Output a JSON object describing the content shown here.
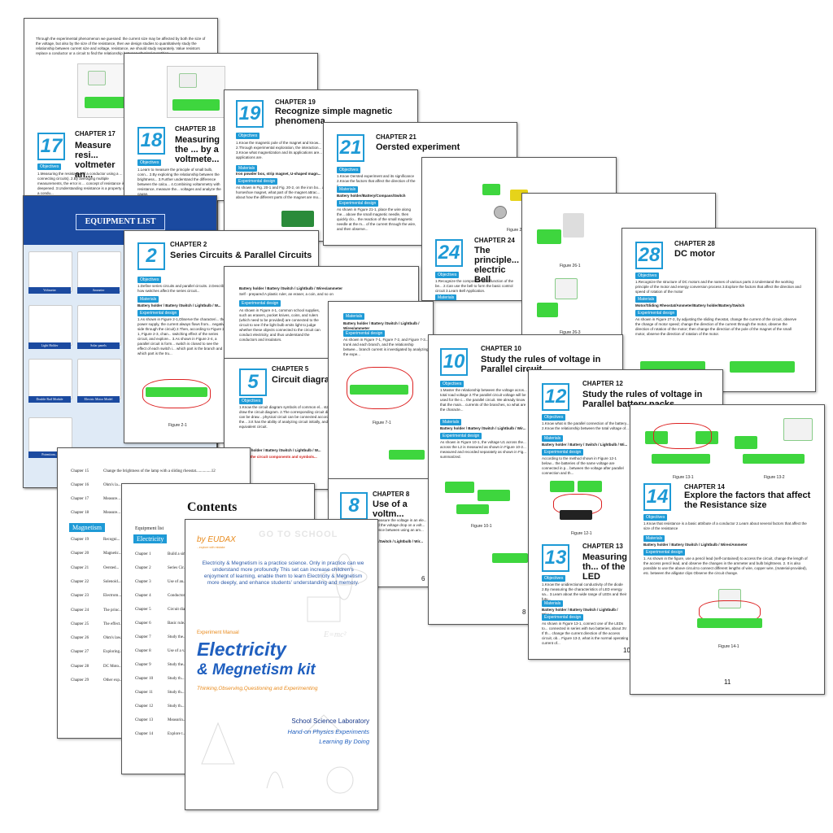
{
  "p17_intro": "Through the experimental phenomenon we guessed: the current size may be affected by both the size of the voltage, but also by the size of the resistance, then we design studies to quantitatively study the relationship between current size and voltage, resistance, we should study separately. Value resistors replace a conductor or a circuit to find the relationship between physical quantities.",
  "p17": {
    "chapter": "CHAPTER 17",
    "num": "17",
    "title": "Measure resi... voltmeter an...",
    "obj": "Objectives",
    "text": "1.Measuring the resistance of a conductor using a ... connecting circuits). 2.By averaging multiple measurements, the error is ... concept of resistance is deepened. 3.Understanding resistance is a property of a condu..."
  },
  "p18": {
    "chapter": "CHAPTER 18",
    "num": "18",
    "title": "Measuring the ... by a voltmete...",
    "obj": "Objectives",
    "text": "1.Learn to measure the principle of small bulb, conn... 2.By exploring the relationship between the brightness... 3.Further understand the difference between the calcu... 4.Combining voltammetry with resistance, measure the... voltages and analyze the cause."
  },
  "p19": {
    "chapter": "CHAPTER 19",
    "num": "19",
    "title": "Recognize simple magnetic phenomena",
    "obj": "Objectives",
    "text": "1.Know the magnetic pole of the magnet and know... 2.Through experimental exploration, the interaction... 3.Know what magnetization and its applications are... applications are.",
    "mat": "Materials",
    "mat_text": "Iron powder box, strip magnet, U-shaped magn...",
    "design": "Experimental design",
    "design_text": "As shown in Fig. 20-1 and Fig. 20-2, on the iron bo... a horseshoe magnet, what part of the magnet attrac... about how the different parts of the magnet are mo..."
  },
  "p21": {
    "chapter": "CHAPTER 21",
    "num": "21",
    "title": "Oersted experiment",
    "obj": "Objectives",
    "text": "1.Know Oersted experiment and its significance 2.Know the factors that affect the direction of the c...",
    "mat": "Materials",
    "mat_text": "Battery holder/Battery/Compass/Switch",
    "design": "Experimental design",
    "design_text": "As shown in Figure 21-1, place the wire along the... above the small magnetic needle, then quickly clo... the reaction of the small magnetic needle at the m... of the current through the wire, and then observe..."
  },
  "p24": {
    "chapter": "CHAPTER 24",
    "num": "24",
    "title": "The principle... electric Bell",
    "obj": "Objectives",
    "text": "1.Recognize the composition and function of the be... 2.Can use the bell to form the basic control circuit 3.Learn Bell Application.",
    "mat": "Materials",
    "fig": "Figure 2..."
  },
  "p26": {
    "fig1": "Figure 26-1",
    "fig3": "Figure 26-3"
  },
  "p28": {
    "chapter": "CHAPTER 28",
    "num": "28",
    "title": "DC motor",
    "obj": "Objectives",
    "text": "1.Recognize the structure of DC motors and the names of various parts 2.Understand the working principle of the motor and energy conversion process 3.Explore the factors that affect the direction and speed of rotation of the motor",
    "mat": "Materials",
    "mat_text": "Motor/Sliding Rheostat/Ammeter/Battery holder/Battery/Switch",
    "design": "Experimental design",
    "design_text": "As shown in Figure 27-2, by adjusting the sliding rheostat, change the current of the circuit, observe the change of motor speed; change the direction of the current through the motor, observe the direction of rotation of the motor; then change the direction of the pole of the magnet of the small motor, observe the direction of rotation of the motor."
  },
  "equip": {
    "title": "EQUIPMENT LIST",
    "items": [
      "Voltmeter",
      "Ammeter",
      "",
      "Light Holder",
      "Solar panels",
      "",
      "Double Rail Module",
      "Electric Motor Model",
      "",
      "Potentiom..."
    ]
  },
  "p2": {
    "chapter": "CHAPTER 2",
    "num": "2",
    "title": "Series Circuits & Parallel Circuits",
    "obj": "Objectives",
    "text": "1.Define series circuits and parallel circuits. 2.Describe how switches affect the series circuit...",
    "mat": "Materials",
    "mat_text": "Battery holder / Battery /Switch / Lightbulb / W...",
    "design": "Experimental design",
    "design_text": "1.As shown in Figure 2-1,Observe the characteri... the power supply, the current always flows from... negative side through the circuit) 2.Then, according to Figure 2-1, Figure 2-3, chan... switching effect of the series circuit, and explore... 3.As shown in Figure 2-4, a parallel circuit is form... switch is closed to see the effect of each switch i... which part is the branch and which part is the tru...",
    "fig": "Figure 2-1"
  },
  "p4": {
    "mat_text": "Battery holder / Battery /Switch / Lightbulb / Wires/ammeter",
    "self": "Self - prepared:A plastic ruler, an eraser, a coin, and so on",
    "design": "Experimental design",
    "design_text": "As shown in Figure 4-1, common school supplies, such as erasers, pocket knives, coins, and rulers (which need to be provided) are connected to the circuit to see if the light bulb emits light to judge whether these objects connected to the circuit can conduct electricity, and thus understand the conductors and insulators."
  },
  "p5": {
    "chapter": "CHAPTER 5",
    "num": "5",
    "title": "Circuit diagram...",
    "obj": "Objectives",
    "text": "1.Know the circuit diagram symbols of common el... standardly draw the circuit diagram. 2.The corresponding circuit diagram can be draw... physical circuit can be connected according to the... 3.It has the ability of analyzing circuit initially, and... equivalent circuit.",
    "mat": "Materials",
    "mat_text": "...ttery holder / Battery /Switch / Lightbulb / W...",
    "red": "...nize the circuit components and symbols..."
  },
  "p7": {
    "mat": "Materials",
    "mat_text": "Battery holder / Battery /Switch / Lightbulb / Wires/ammeter",
    "design": "Experimental design",
    "design_text": "As shown in Figure 7-1, Figure 7-2, and Figure 7-3... trunk and each branch, and the relationship betwee... branch current is investigated by analyzing the expe...",
    "fig": "Figure 7-1"
  },
  "p8": {
    "chapter": "CHAPTER 8",
    "num": "8",
    "title": "Use of a voltm...",
    "text": "...measure the voltage in an ele... ...ed the voltage drop on a volt... ...rence between using an am...",
    "mat_text": "...y /Switch / Lightbulb / Wir...",
    "page": "6"
  },
  "p10": {
    "chapter": "CHAPTER 10",
    "num": "10",
    "title": "Study the rules of voltage in Parallel circuit",
    "obj": "Objectives",
    "text": "1.Master the relationship between the voltage acros... total road voltage 2.The parallel circuit voltage will be used for the c... the parallel circuit. We already know that the main... currents of the branches, so what are the characte...",
    "mat": "Materials",
    "mat_text": "Battery holder / Battery /Switch / Lightbulb / Wir...",
    "design": "Experimental design",
    "design_text": "As shown in Figure 10-1, the voltage U1 across the... across the L2 is measured as shown in Figure 10-2... measured and recorded separately as shown in Fig... summarized.",
    "fig": "Figure 10-1",
    "page": "8"
  },
  "p12": {
    "chapter": "CHAPTER 12",
    "num": "12",
    "title": "Study the rules of voltage in Parallel battery packs",
    "obj": "Objectives",
    "text": "1.Know what is the parallel connection of the battery... 2.Know the relationship between the total voltage of...",
    "mat": "Materials",
    "mat_text": "Battery holder / Battery / Switch / Lightbulb / Wi...",
    "design": "Experimental design",
    "design_text": "According to the method shown in Figure 12-1 below... the batteries of the same voltage are connected in p... between the voltage after parallel connection and th...",
    "fig": "Figure 12-1"
  },
  "p13": {
    "chapter": "CHAPTER 13",
    "num": "13",
    "title": "Measuring th... of the LED",
    "obj": "Objectives",
    "text": "1.Know the unidirectional conductivity of the diode 2.By measuring the characteristics of LED energy sa... 3.Learn about the wide range of LEDs and their futu...",
    "mat": "Materials",
    "mat_text": "Battery holder / Battery /Switch / Lightbulb / Wires...",
    "design": "Experimental design",
    "design_text": "As shown in Figure 13-1, connect one of the LEDs to... connected in series with two batteries, about 3V. If th... change the current direction of the access circuit, ob... Figure 13-2, what is the normal operating current of...",
    "page": "10"
  },
  "p14": {
    "fig1": "Figure 13-1",
    "fig2": "Figure 13-2",
    "chapter": "CHAPTER 14",
    "num": "14",
    "title": "Explore the factors that affect the Resistance size",
    "obj": "Objectives",
    "text": "1.Know that resistance is a basic attribute of a conductor 2.Learn about several factors that affect the size of the resistance",
    "mat": "Materials",
    "mat_text": "Battery holder / Battery /Switch / Lightbulb / Wires/Ammeter",
    "design": "Experimental design",
    "design_text": "1. As shown in the figure, use a pencil lead (self-contained) to access the circuit, change the length of the access pencil lead, and observe the changes in the ammeter and bulb brightness. 2. It is also possible to use the above circuit to connect different lengths of wire, copper wire, (material-provided), etc. between the alligator clips Observe the circuit change.",
    "fig": "Figure 14-1",
    "page": "11"
  },
  "toc_back": {
    "rows": [
      {
        "c": "Chapter 15",
        "t": "Change the brightness of the lamp with a sliding rheostat...............12"
      },
      {
        "c": "Chapter 16",
        "t": "Ohm's la..."
      },
      {
        "c": "Chapter 17",
        "t": "Measure..."
      },
      {
        "c": "Chapter 18",
        "t": "Measure..."
      }
    ],
    "section": "Magnetism",
    "rows2": [
      {
        "c": "Chapter 19",
        "t": "Recogni..."
      },
      {
        "c": "Chapter 20",
        "t": "Magnetic..."
      },
      {
        "c": "Chapter 21",
        "t": "Oersted..."
      },
      {
        "c": "Chapter 22",
        "t": "Solenoid..."
      },
      {
        "c": "Chapter 23",
        "t": "Electrom..."
      },
      {
        "c": "Chapter 24",
        "t": "The princ..."
      },
      {
        "c": "Chapter 25",
        "t": "The effect..."
      },
      {
        "c": "Chapter 26",
        "t": "Ohm's law..."
      },
      {
        "c": "Chapter 27",
        "t": "Exploring..."
      },
      {
        "c": "Chapter 28",
        "t": "DC Moto..."
      },
      {
        "c": "Chapter 29",
        "t": "Other exp..."
      }
    ]
  },
  "toc_front": {
    "title": "Contents",
    "equip": "Equipment list",
    "section": "Electricity",
    "rows": [
      {
        "c": "Chapter 1",
        "t": "Build a sim..."
      },
      {
        "c": "Chapter 2",
        "t": "Series Cir..."
      },
      {
        "c": "Chapter 3",
        "t": "Use of an..."
      },
      {
        "c": "Chapter 4",
        "t": "Conductor..."
      },
      {
        "c": "Chapter 5",
        "t": "Circuit dia..."
      },
      {
        "c": "Chapter 6",
        "t": "Basic rule..."
      },
      {
        "c": "Chapter 7",
        "t": "Study the..."
      },
      {
        "c": "Chapter 8",
        "t": "Use of a v..."
      },
      {
        "c": "Chapter 9",
        "t": "Study the..."
      },
      {
        "c": "Chapter 10",
        "t": "Study th..."
      },
      {
        "c": "Chapter 11",
        "t": "Study th..."
      },
      {
        "c": "Chapter 12",
        "t": "Study th..."
      },
      {
        "c": "Chapter 13",
        "t": "Measurin..."
      },
      {
        "c": "Chapter 14",
        "t": "Explore t..."
      }
    ]
  },
  "cover": {
    "brand": "by EUDAX",
    "brand_sub": "...explore with mistake",
    "intro": "Electricity & Megnetism is a practice science. Only in practice can we understand more profoundly This set can increase children's enjoyment of learning, enable them to learn Electricity & Megnetism more deeply, and enhance students' understanding and memory.",
    "manual": "Experiment Manual",
    "title1": "Electricity",
    "title2": "& Megnetism kit",
    "tagline": "Thinking,Observing,Questioning and Experimenting",
    "lab": "School Science Laboratory",
    "hands": "Hand-on Physics Experiments",
    "doing": "Learning By Doing",
    "doodle1": "GO TO SCHOOL",
    "doodle2": "E=mc²"
  },
  "colors": {
    "accent": "#1e9ad6",
    "board": "#3ed63e",
    "cover_title": "#1f5fbf",
    "cover_orange": "#e88a1c",
    "navy": "#1a3a8a"
  }
}
